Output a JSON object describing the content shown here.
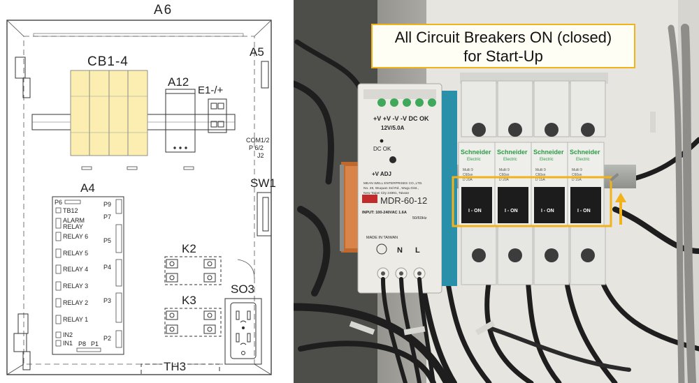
{
  "schematic": {
    "enclosure_label": "A6",
    "cb_label": "CB1-4",
    "a5_label": "A5",
    "a12_label": "A12",
    "e1_label": "E1-/+",
    "com_labels": [
      "COM1/2",
      "P 6/2",
      "J2"
    ],
    "a4_label": "A4",
    "sw1_label": "SW1",
    "p6_label": "P6",
    "p9_label": "P9",
    "p7_label": "P7",
    "p5_label": "P5",
    "p4_label": "P4",
    "p3_label": "P3",
    "p2_label": "P2",
    "p8_label": "P8",
    "p1_label": "P1",
    "terminals": [
      "TB12",
      "ALARM",
      "RELAY",
      "RELAY 6",
      "RELAY 5",
      "RELAY 4",
      "RELAY 3",
      "RELAY 2",
      "RELAY 1",
      "IN2",
      "IN1"
    ],
    "k2_label": "K2",
    "k3_label": "K3",
    "so3_label": "SO3",
    "th3_label": "TH3"
  },
  "callout": {
    "line1": "All Circuit Breakers ON (closed)",
    "line2": "for Start-Up"
  },
  "power_supply": {
    "label_top": "+V  +V  -V  -V   DC OK",
    "rating": "12V/5.0A",
    "dc_ok": "DC OK",
    "adj": "+V ADJ",
    "maker_line1": "MEAN WELL ENTERPRISES CO.,LTD.",
    "maker_line2": "No. 28, Wuquan 3rd Rd., Wugu Dist.,",
    "maker_line3": "New Taipei City 24891, Taiwan",
    "model": "MDR-60-12",
    "input": "INPUT: 100-240VAC 1.6A",
    "freq": "50/60Hz",
    "made_in": "MADE IN TAIWAN",
    "n_label": "N",
    "l_label": "L"
  },
  "breakers": [
    {
      "brand": "Schneider",
      "sub": "Electric",
      "series": "Multi 9",
      "rating": "C60sn",
      "amp": "D 20A",
      "state": "I - ON"
    },
    {
      "brand": "Schneider",
      "sub": "Electric",
      "series": "Multi 9",
      "rating": "C60sn",
      "amp": "D 20A",
      "state": "I - ON"
    },
    {
      "brand": "Schneider",
      "sub": "Electric",
      "series": "Multi 9",
      "rating": "C60sn",
      "amp": "D 15A",
      "state": "I - ON"
    },
    {
      "brand": "Schneider",
      "sub": "Electric",
      "series": "Multi 9",
      "rating": "C60sn",
      "amp": "D 15A",
      "state": "I - ON"
    }
  ],
  "colors": {
    "highlight": "#f1b21c",
    "breaker_cover": "#fbeeb0",
    "schneider_green": "#3dcd58"
  }
}
